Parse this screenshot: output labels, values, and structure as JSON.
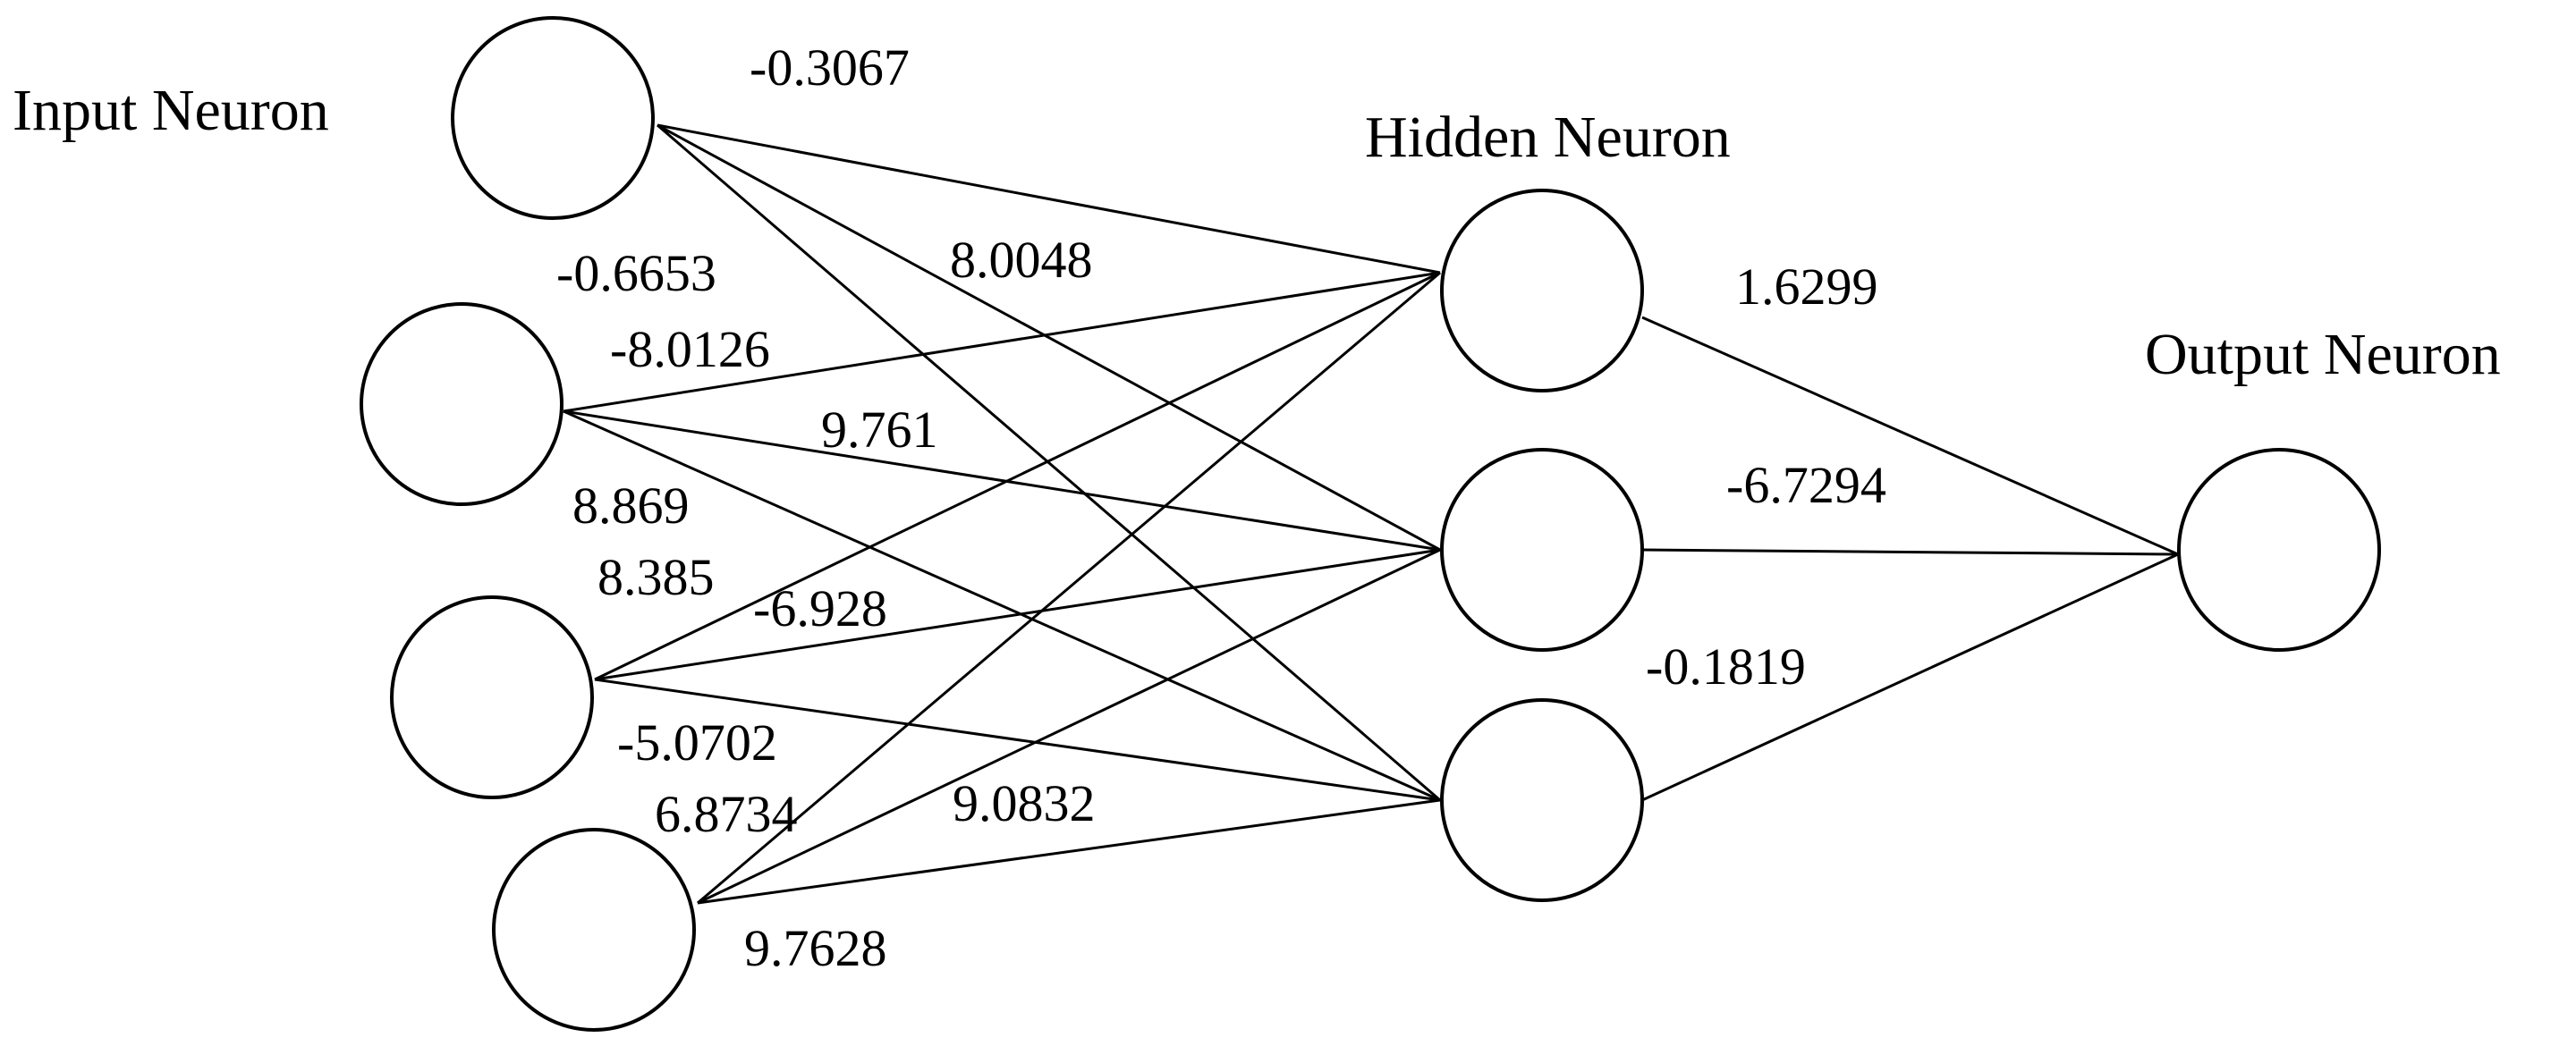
{
  "labels": {
    "input_layer": "Input Neuron",
    "hidden_layer": "Hidden Neuron",
    "output_layer": "Output Neuron"
  },
  "network": {
    "input_count": 4,
    "hidden_count": 3,
    "output_count": 1,
    "input_to_hidden_weights": [
      "-0.3067",
      "8.0048",
      "-0.6653",
      "-8.0126",
      "9.761",
      "8.869",
      "8.385",
      "-6.928",
      "-5.0702",
      "6.8734",
      "9.0832",
      "9.7628"
    ],
    "hidden_to_output_weights": [
      "1.6299",
      "-6.7294",
      "-0.1819"
    ]
  }
}
